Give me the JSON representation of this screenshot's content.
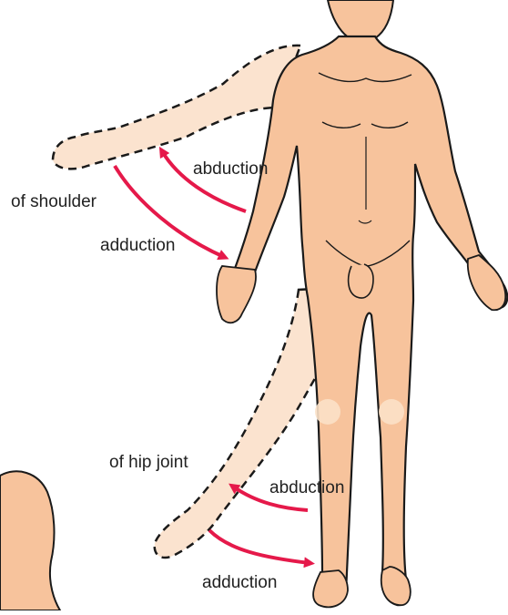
{
  "colors": {
    "skin": "#f7c39c",
    "skin_ghost": "#fbe3cf",
    "outline": "#1a1a1a",
    "arrow": "#e5194a",
    "text": "#222222"
  },
  "labels": {
    "shoulder_abduction": "abduction",
    "of_shoulder": "of shoulder",
    "shoulder_adduction": "adduction",
    "of_hip_joint": "of hip joint",
    "hip_abduction": "abduction",
    "hip_adduction": "adduction"
  }
}
